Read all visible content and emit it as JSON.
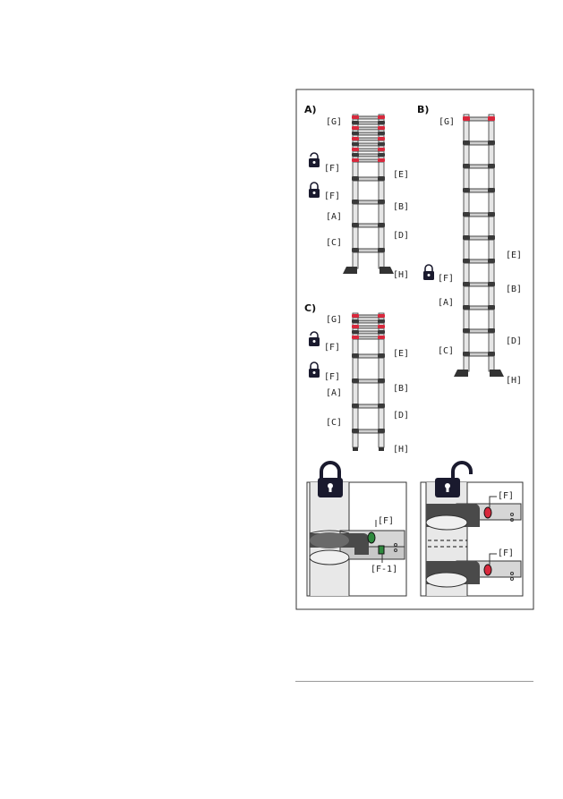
{
  "panels": {
    "a": {
      "title": "A)",
      "labels": {
        "g": "[G]",
        "f1": "[F]",
        "e": "[E]",
        "f2": "[F]",
        "b": "[B]",
        "a": "[A]",
        "d": "[D]",
        "c": "[C]",
        "h": "[H]"
      }
    },
    "b": {
      "title": "B)",
      "labels": {
        "g": "[G]",
        "e": "[E]",
        "f": "[F]",
        "b": "[B]",
        "a": "[A]",
        "d": "[D]",
        "c": "[C]",
        "h": "[H]"
      }
    },
    "c": {
      "title": "C)",
      "labels": {
        "g": "[G]",
        "f1": "[F]",
        "e": "[E]",
        "f2": "[F]",
        "b": "[B]",
        "a": "[A]",
        "d": "[D]",
        "c": "[C]",
        "h": "[H]"
      }
    }
  },
  "details": {
    "locked": {
      "f": "[F]",
      "f1": "[F-1]"
    },
    "unlocked": {
      "f_top": "[F]",
      "f_bottom": "[F]"
    }
  },
  "colors": {
    "red_cap": "#d8283c",
    "green_indicator": "#2f8a3e",
    "red_indicator": "#d8283c",
    "lock_fill": "#1a1a2e"
  }
}
